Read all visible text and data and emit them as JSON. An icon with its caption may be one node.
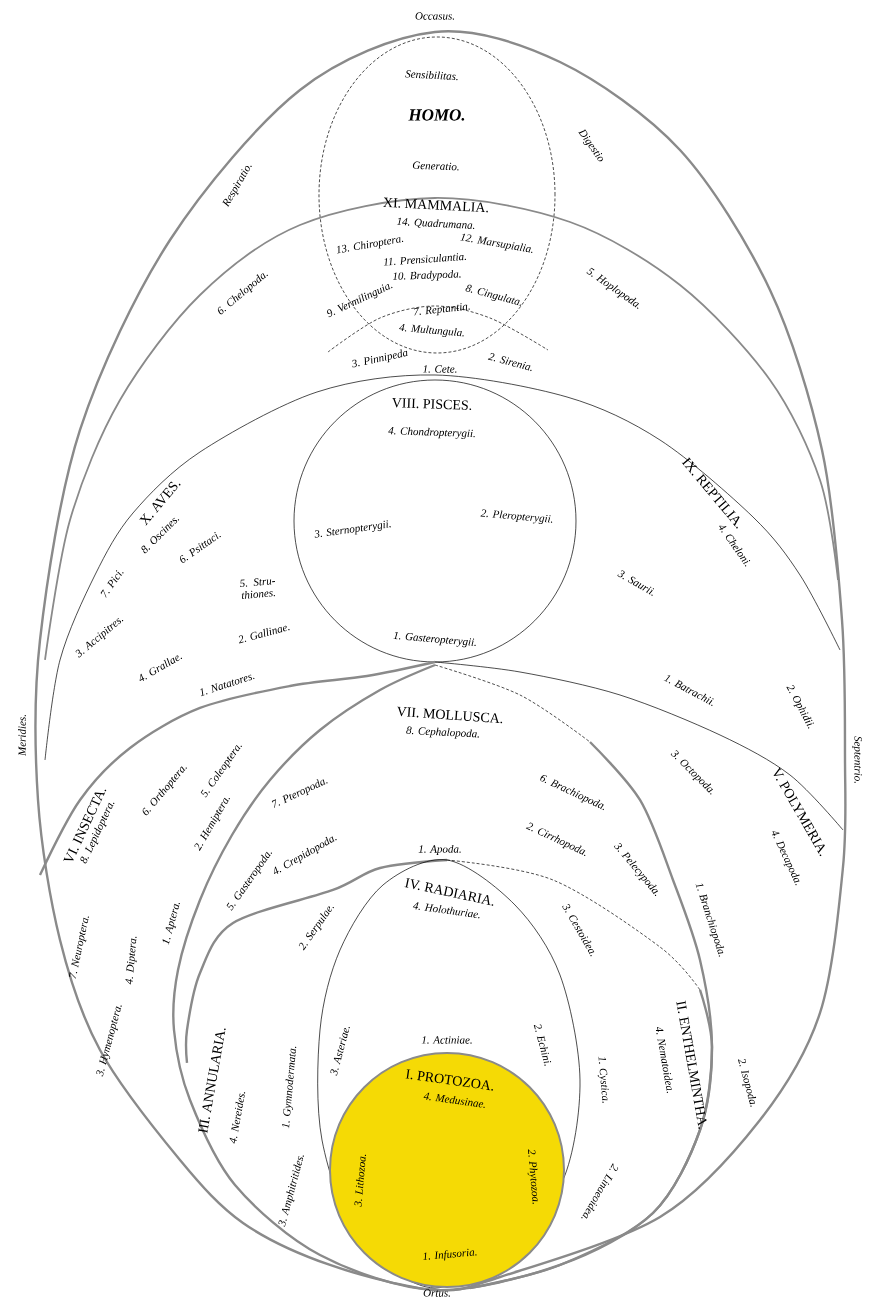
{
  "diagram": {
    "labels": [
      "Occasus.",
      "Respiratio.",
      "Digestio",
      "Sensibilitas.",
      "HOMO.",
      "Generatio.",
      "XI. MAMMALIA.",
      "14. Quadrumana.",
      "13. Chiroptera.",
      "12. Marsupialia.",
      "11. Prensiculantia.",
      "10. Bradypoda.",
      "9. Vermilinguia.",
      "8. Cingulata.",
      "7. Reptantia.",
      "6. Chelopoda.",
      "5. Hoplopoda.",
      "4. Multungula.",
      "3. Pinnipeda",
      "2. Sirenia.",
      "1. Cete.",
      "VIII. PISCES.",
      "4. Chondropterygii.",
      "3. Sternopterygii.",
      "2. Pleropterygii.",
      "1. Gasteropterygii.",
      "X. AVES.",
      "8. Oscines.",
      "7. Pici.",
      "6. Psittaci.",
      "5. Stru- thiones.",
      "3. Accipitres.",
      "4. Grallae.",
      "2. Gallinae.",
      "1. Natatores.",
      "IX. REPTILIA.",
      "4. Cheloni.",
      "3. Saurii.",
      "1. Batrachii.",
      "2. Ophidii.",
      "Meridies.",
      "Septentrio.",
      "VI. INSECTA.",
      "8. Lepidoptera.",
      "6. Orthoptera.",
      "5. Coleoptera.",
      "2. Hemiptera.",
      "7. Neuroptera.",
      "4. Diptera.",
      "1. Aptera.",
      "3. Hymenoptera.",
      "VII. MOLLUSCA.",
      "8. Cephalopoda.",
      "7. Pteropoda.",
      "6. Brachiopoda.",
      "4. Crepidopoda.",
      "5. Gasteropoda.",
      "2. Cirrhopoda.",
      "3. Pelecypoda.",
      "1. Apoda.",
      "V. POLYMERIA.",
      "3. Octopoda.",
      "4. Decapoda.",
      "1. Branchiopoda.",
      "2. Isopoda.",
      "III. ANNULARIA.",
      "2. Serpulae.",
      "4. Nereides.",
      "1. Gymnodermata.",
      "3. Amphitritides.",
      "IV. RADIARIA.",
      "4. Holothuriae.",
      "3. Asteriae.",
      "1. Actiniae.",
      "2. Echini.",
      "II. ENTHELMINTHA.",
      "3. Cestoidea.",
      "4. Nematoidea.",
      "1. Cystica.",
      "2. Linaeoidea.",
      "I. PROTOZOA.",
      "4. Medusinae.",
      "3. Lithozoa.",
      "2. Phytozoa.",
      "1. Infusoria.",
      "Ortus."
    ]
  }
}
